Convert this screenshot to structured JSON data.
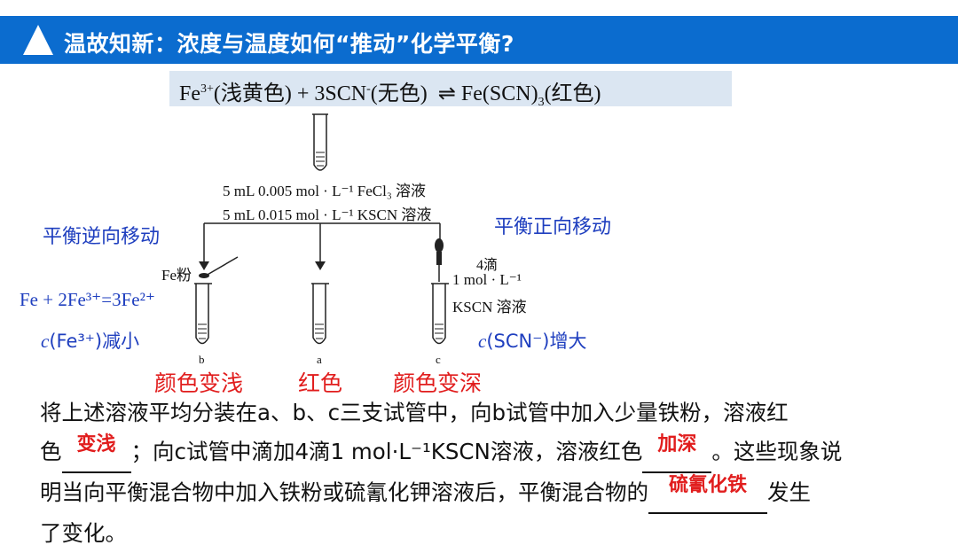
{
  "header": {
    "title": "温故知新：浓度与温度如何“推动”化学平衡?"
  },
  "equation": {
    "fe_ion": "Fe",
    "fe_charge": "3+",
    "fe_color": "(浅黄色) + 3SCN",
    "scn_charge": "-",
    "scn_color": "(无色)",
    "arrow": "⇌",
    "product": "Fe(SCN)",
    "product_sub": "3",
    "product_color": "(红色)"
  },
  "diagram": {
    "reagent_line1": "5 mL 0.005 mol · L⁻¹ FeCl₃ 溶液",
    "reagent_line2": "5 mL 0.015 mol · L⁻¹ KSCN 溶液",
    "fe_powder": "Fe粉",
    "drops": "4滴",
    "conc": "1 mol · L⁻¹",
    "kscn": "KSCN 溶液",
    "tube_b": "b",
    "tube_a": "a",
    "tube_c": "c"
  },
  "annotations": {
    "left_shift": "平衡逆向移动",
    "right_shift": "平衡正向移动",
    "reaction": "Fe + 2Fe³⁺=3Fe²⁺",
    "fe3_prefix": "c",
    "fe3_rest": "(Fe³⁺)减小",
    "scn_prefix": "c",
    "scn_rest": "(SCN⁻)增大",
    "color_b": "颜色变浅",
    "color_a": "红色",
    "color_c": "颜色变深"
  },
  "text": {
    "p1": "将上述溶液平均分装在a、b、c三支试管中，向b试管中加入少量铁粉，溶液红",
    "p2a": "色",
    "ans1": "变浅",
    "p2b": "；向c试管中滴加4滴1 mol·L⁻¹KSCN溶液，溶液红色",
    "ans2": "加深",
    "p2c": "。这些现象说",
    "p3a": "明当向平衡混合物中加入铁粉或硫氰化钾溶液后，平衡混合物的",
    "ans3": "硫氰化铁",
    "p3b": "发生",
    "p4": "了变化。"
  }
}
